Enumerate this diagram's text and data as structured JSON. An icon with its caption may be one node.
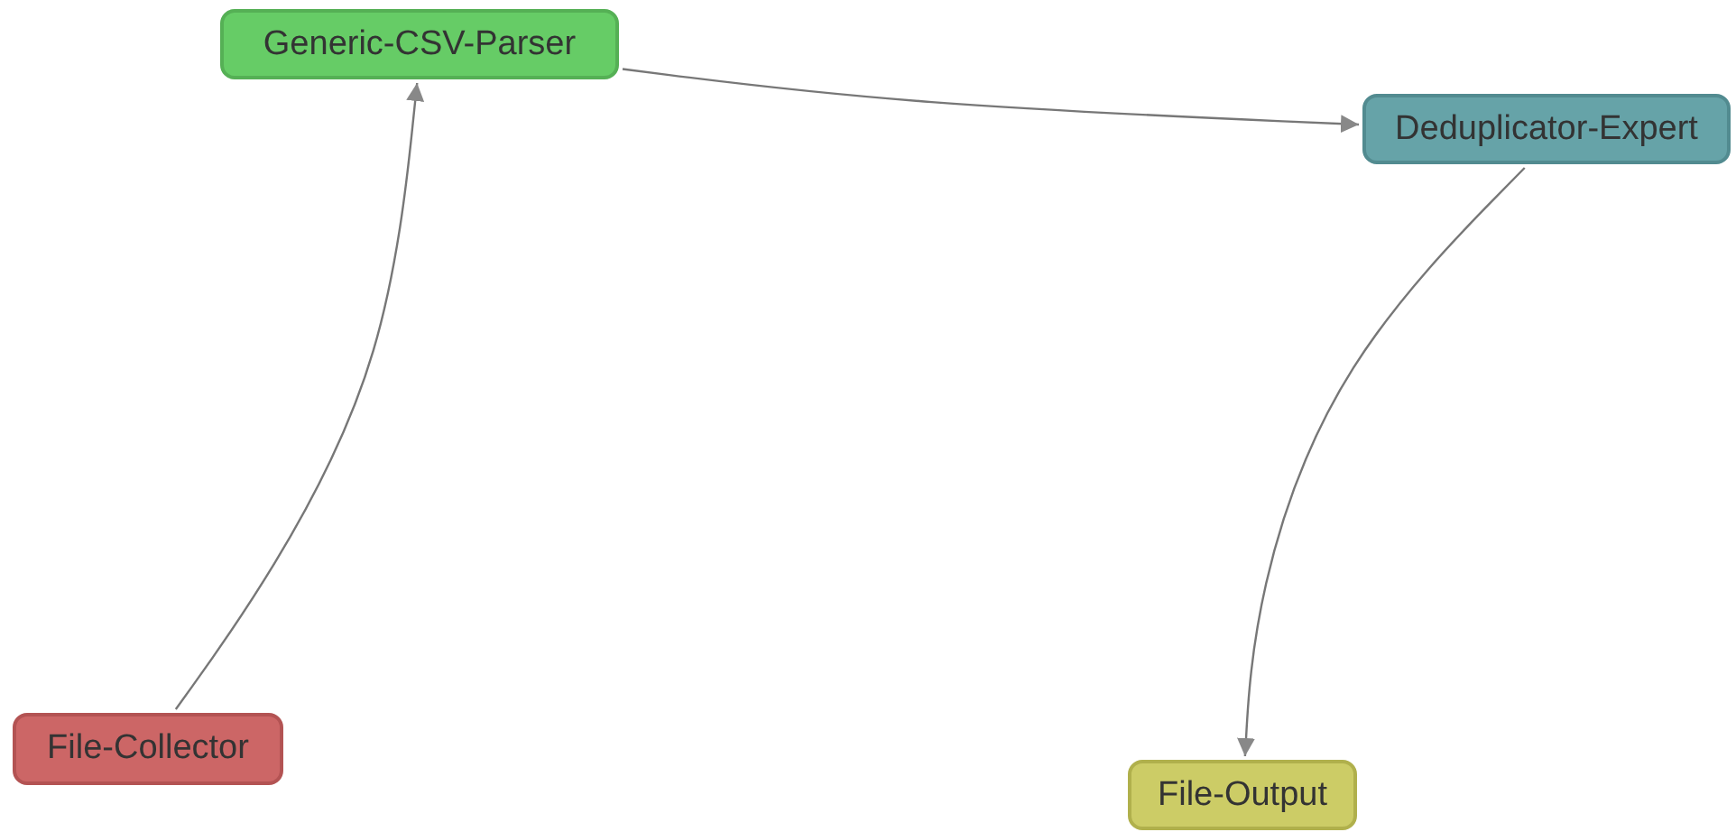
{
  "diagram": {
    "nodes": [
      {
        "text": [
          "Generic-CSV-Parser"
        ]
      },
      {
        "text": [
          "Deduplicator-Expert"
        ]
      },
      {
        "text": [
          "File-Collector"
        ]
      },
      {
        "text": [
          "File-Output"
        ]
      }
    ],
    "edges": [
      {
        "from": 2,
        "to": 0,
        "arrow": "to"
      },
      {
        "from": 0,
        "to": 1,
        "arrow": "to"
      },
      {
        "from": 1,
        "to": 3,
        "arrow": "to"
      }
    ]
  }
}
